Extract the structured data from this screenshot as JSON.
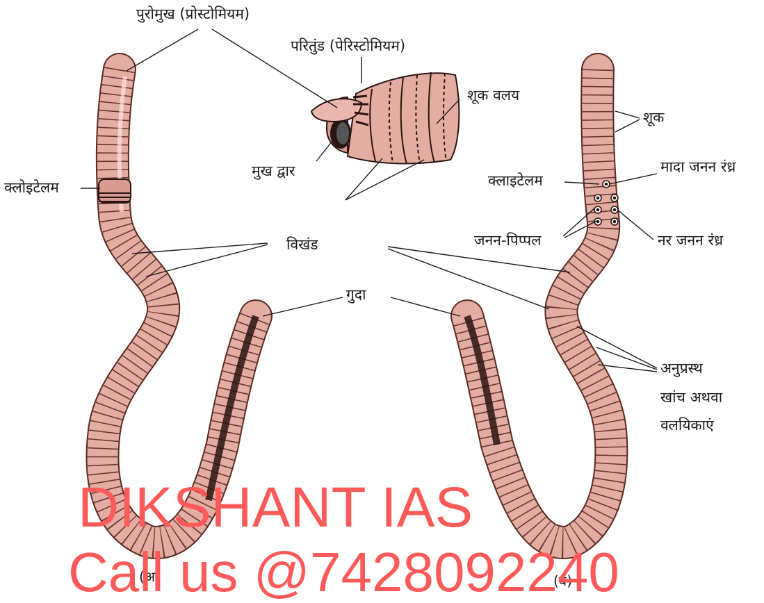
{
  "labels": {
    "prostomium": "पुरोमुख (प्रोस्टोमियम)",
    "peristomium": "परितुंड (पेरिस्टोमियम)",
    "setae_ring": "शूक वलय",
    "mouth": "मुख द्वार",
    "clitellum_left": "क्लोइटेलम",
    "segments": "विखंड",
    "anus": "गुदा",
    "setae": "शूक",
    "clitellum_right": "क्लाइटेलम",
    "female_pore": "मादा जनन रंध्र",
    "genital_papillae": "जनन-पिप्पल",
    "male_pore": "नर जनन रंध्र",
    "furrows_line1": "अनुप्रस्थ",
    "furrows_line2": "खांच अथवा",
    "furrows_line3": "वलयिकाएं",
    "caption_a": "(अ)",
    "caption_b": "(ब)"
  },
  "watermark": {
    "line1": "DIKSHANT IAS",
    "line2": "Call us @7428092240"
  },
  "colors": {
    "body_fill": "#e9b7ad",
    "body_stroke": "#5a2a22",
    "dark_side": "#2a1410",
    "watermark": "#ff5a5a"
  }
}
